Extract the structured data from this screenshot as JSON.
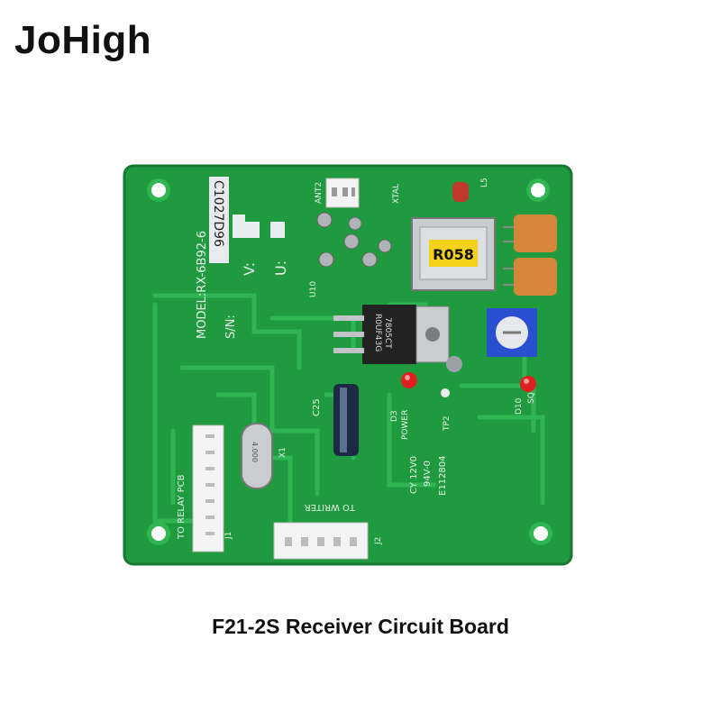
{
  "brand": {
    "name": "JoHigh"
  },
  "caption": {
    "text": "F21-2S Receiver Circuit Board"
  },
  "board": {
    "model": "MODEL:RX-6B92-6",
    "sn_label": "S/N:",
    "serial": "C1027D96",
    "v_label": "V:",
    "u_label": "U:",
    "crystal_chip": "R058",
    "regulator_line1": "7805CT",
    "regulator_line2": "R0UF43G",
    "crystal_x1": "4.000",
    "silk_ant": "ANT2",
    "silk_xtal": "XTAL",
    "silk_l5": "L5",
    "silk_u10": "U10",
    "silk_c25": "C25",
    "silk_d3": "D3",
    "silk_power": "POWER",
    "silk_tp2": "TP2",
    "silk_d10": "D10",
    "silk_sq": "SQ",
    "silk_x1": "X1",
    "silk_to_relay": "TO RELAY PCB",
    "silk_j1": "J1",
    "silk_to_writer": "TO WRITER",
    "silk_j2": "J2",
    "silk_cy": "CY 12V0",
    "silk_94v": "94V-0",
    "silk_e112804": "E112804"
  },
  "colors": {
    "pcb_green": "#1f9a3e",
    "trace_green": "#2db04f",
    "led_red": "#e02020",
    "trimmer_blue": "#2a4fd0",
    "capacitor_orange": "#d4873a",
    "label_yellow": "#f2d21a"
  }
}
